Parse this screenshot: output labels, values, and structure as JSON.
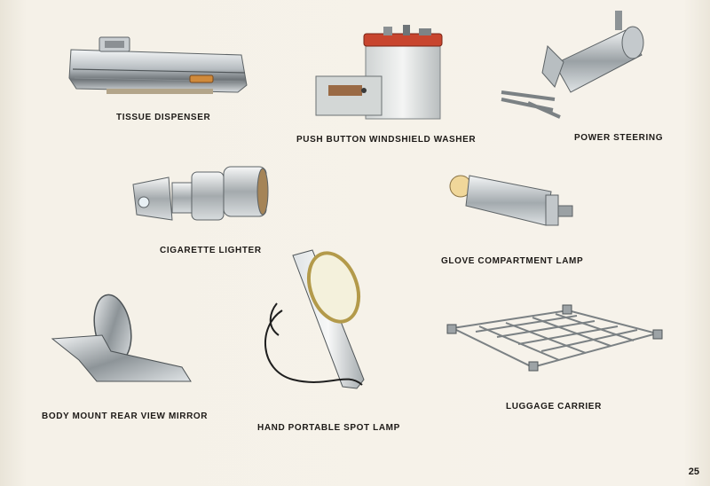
{
  "page_number": "25",
  "captions": {
    "tissue_dispenser": "TISSUE DISPENSER",
    "push_button_windshield_washer": "PUSH BUTTON WINDSHIELD WASHER",
    "power_steering": "POWER STEERING",
    "cigarette_lighter": "CIGARETTE LIGHTER",
    "glove_compartment_lamp": "GLOVE COMPARTMENT LAMP",
    "body_mount_rear_view_mirror": "BODY MOUNT REAR VIEW MIRROR",
    "hand_portable_spot_lamp": "HAND PORTABLE SPOT LAMP",
    "luggage_carrier": "LUGGAGE CARRIER"
  },
  "colors": {
    "paper": "#f4f0e7",
    "chrome_light": "#e8ecee",
    "chrome_mid": "#aeb4b8",
    "chrome_dark": "#5d6366",
    "battery_red": "#c8452e",
    "text": "#1d1a17"
  }
}
